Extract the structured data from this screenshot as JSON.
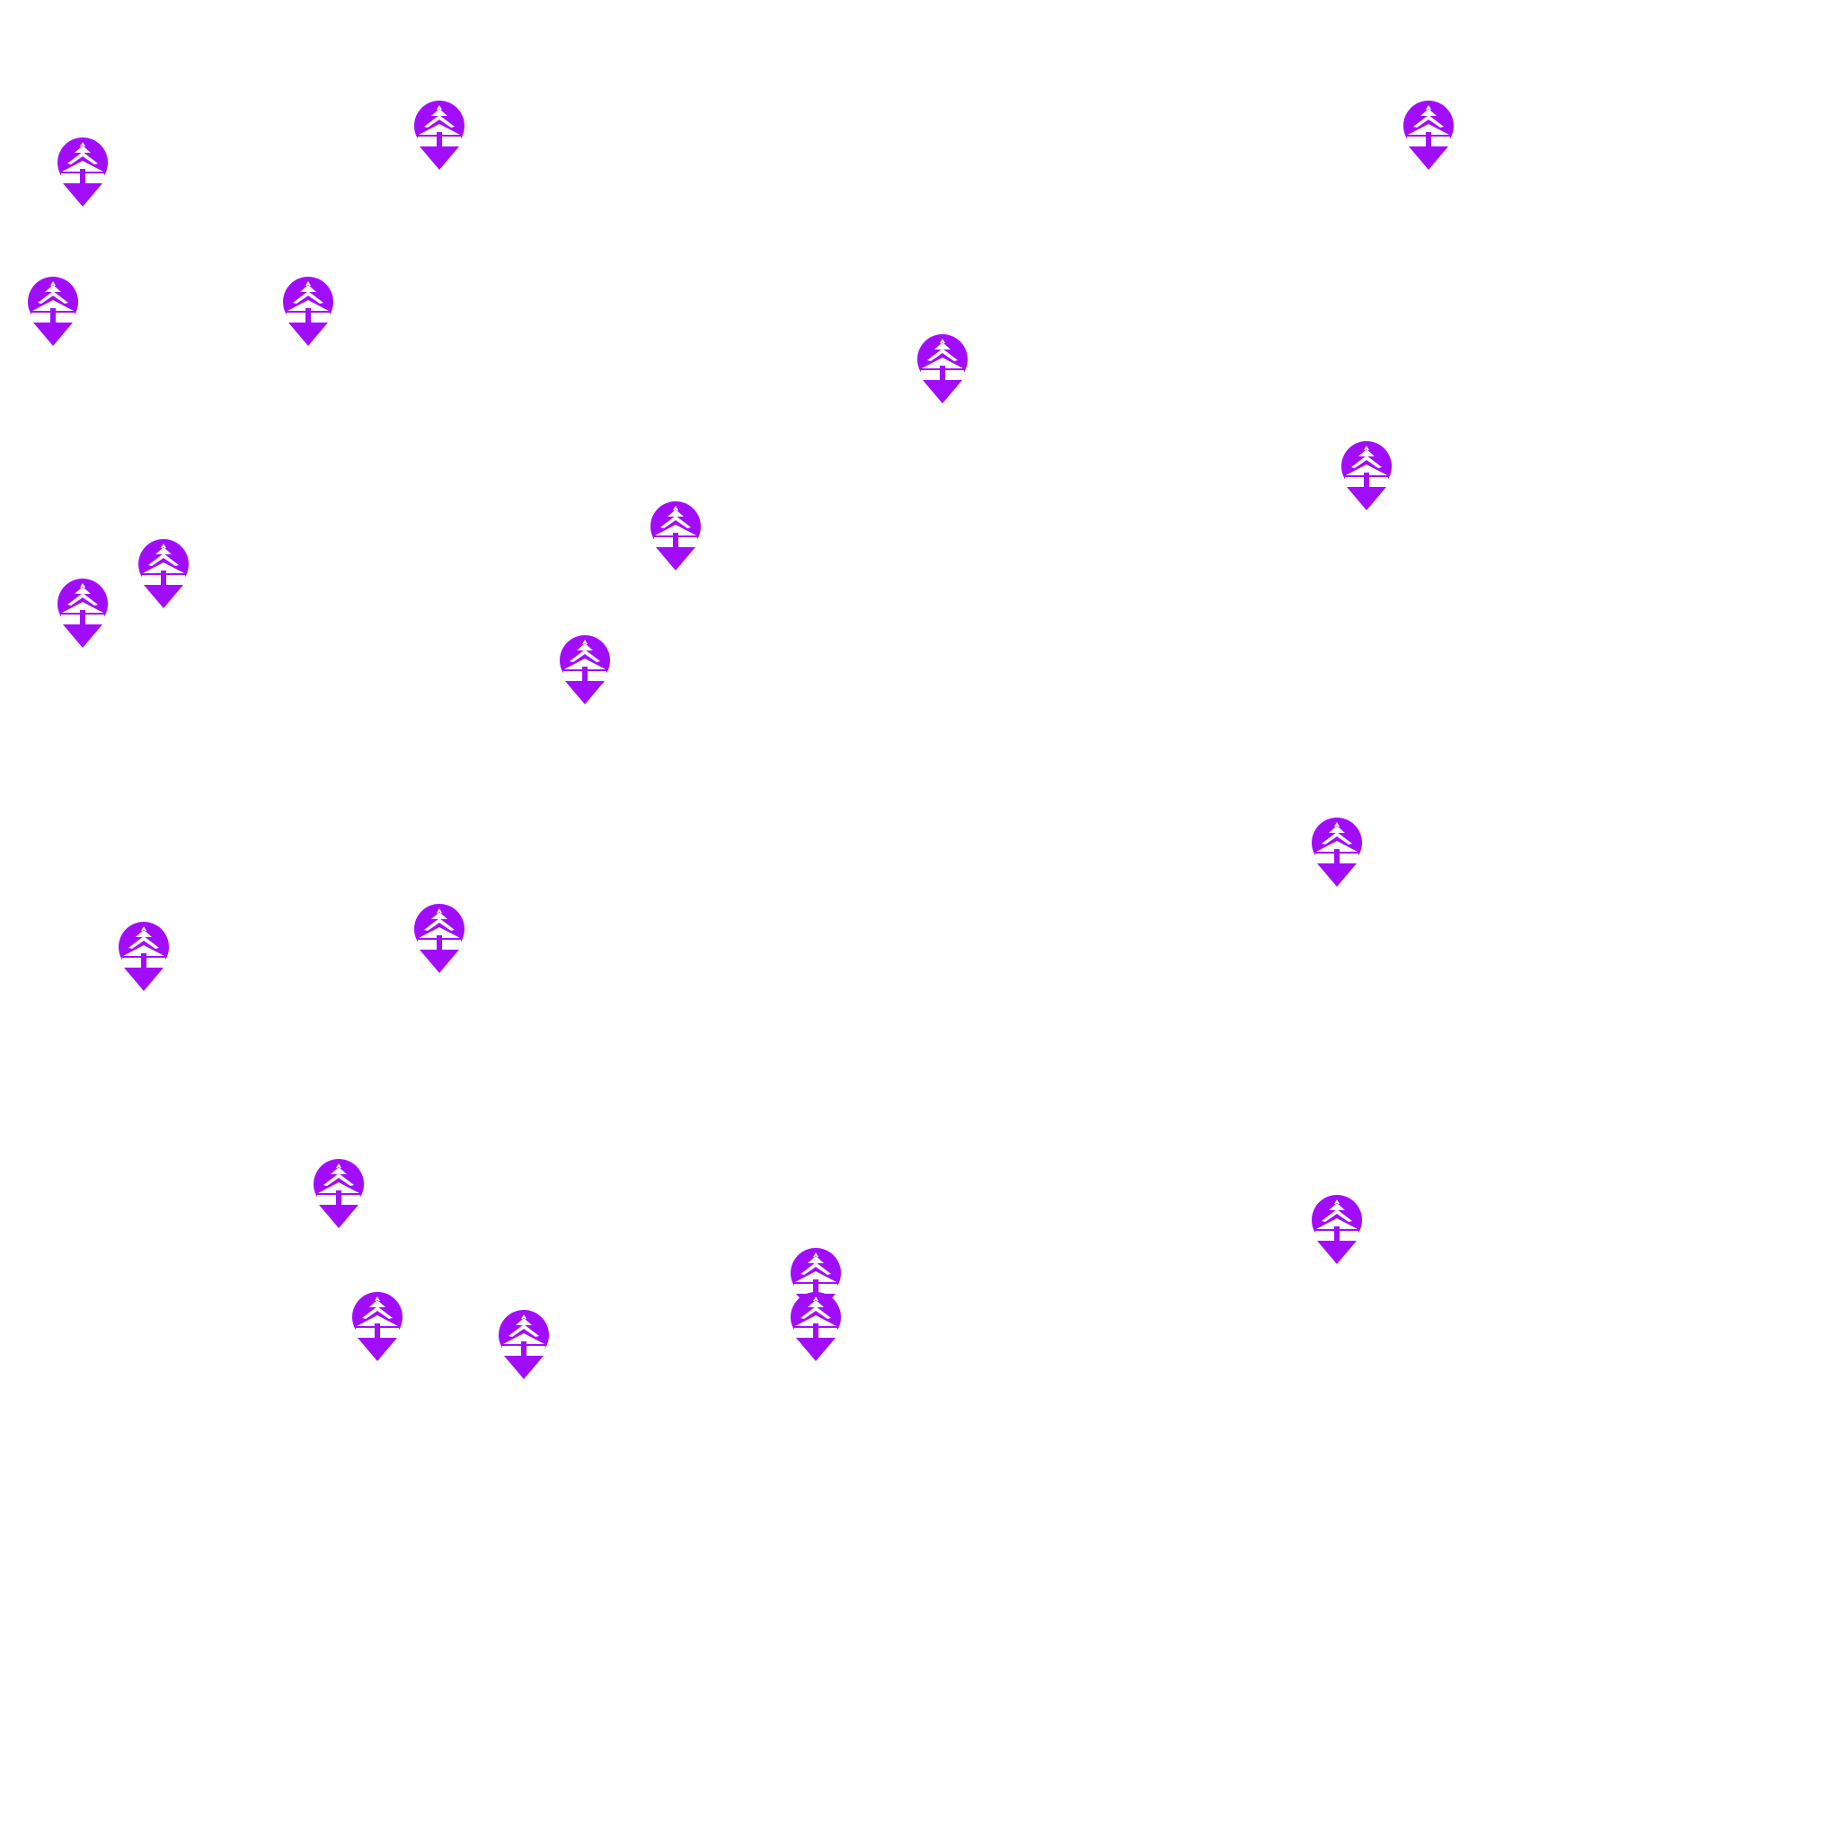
{
  "map": {
    "background_color": "#ffffff",
    "marker_color": "#a10dfa",
    "marker_icon": "temple-pin-icon",
    "markers": [
      {
        "x": 0.0449,
        "y": 0.0937
      },
      {
        "x": 0.2389,
        "y": 0.0738
      },
      {
        "x": 0.7764,
        "y": 0.0738
      },
      {
        "x": 0.0286,
        "y": 0.1693
      },
      {
        "x": 0.1675,
        "y": 0.1693
      },
      {
        "x": 0.5122,
        "y": 0.2006
      },
      {
        "x": 0.7427,
        "y": 0.2589
      },
      {
        "x": 0.3672,
        "y": 0.2914
      },
      {
        "x": 0.0888,
        "y": 0.312
      },
      {
        "x": 0.0449,
        "y": 0.3333
      },
      {
        "x": 0.3179,
        "y": 0.3643
      },
      {
        "x": 0.7266,
        "y": 0.4636
      },
      {
        "x": 0.2389,
        "y": 0.5104
      },
      {
        "x": 0.0781,
        "y": 0.5202
      },
      {
        "x": 0.1841,
        "y": 0.6491
      },
      {
        "x": 0.7266,
        "y": 0.6686
      },
      {
        "x": 0.4434,
        "y": 0.6973
      },
      {
        "x": 0.4434,
        "y": 0.721
      },
      {
        "x": 0.2051,
        "y": 0.721
      },
      {
        "x": 0.2847,
        "y": 0.7311
      }
    ]
  }
}
